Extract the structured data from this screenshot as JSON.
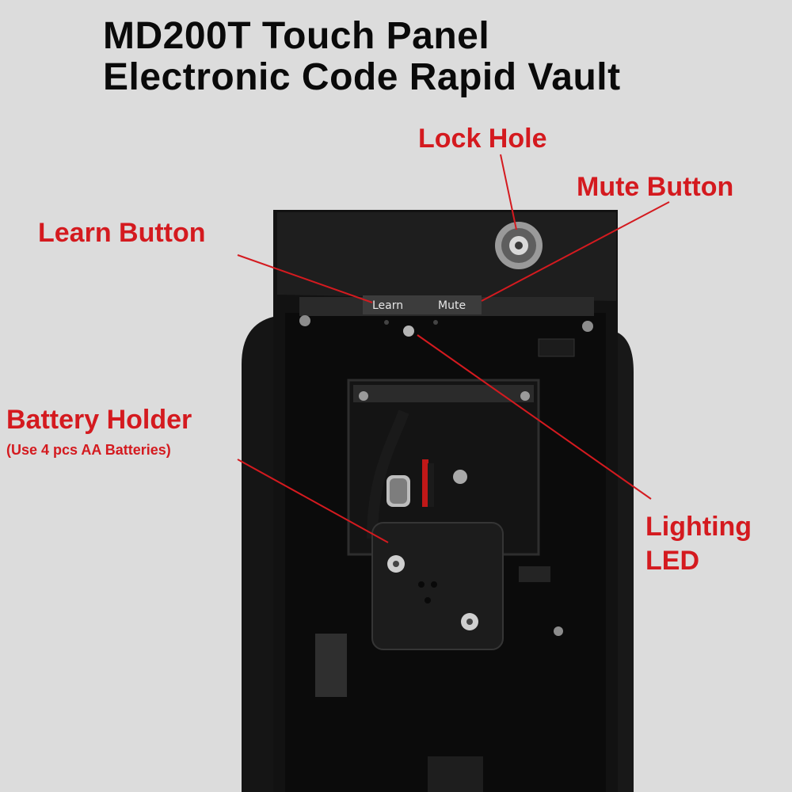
{
  "title": {
    "line1": "MD200T Touch Panel",
    "line2": "Electronic Code Rapid Vault"
  },
  "callouts": {
    "lock_hole": "Lock Hole",
    "mute_button": "Mute Button",
    "learn_button": "Learn Button",
    "battery_holder": "Battery Holder",
    "battery_note": "(Use 4 pcs AA Batteries)",
    "lighting": "Lighting",
    "led": "LED"
  },
  "panel_labels": {
    "learn": "Learn",
    "mute": "Mute"
  },
  "colors": {
    "background": "#dcdcdc",
    "callout_text": "#d41a1f",
    "title_text": "#0a0a0a"
  }
}
